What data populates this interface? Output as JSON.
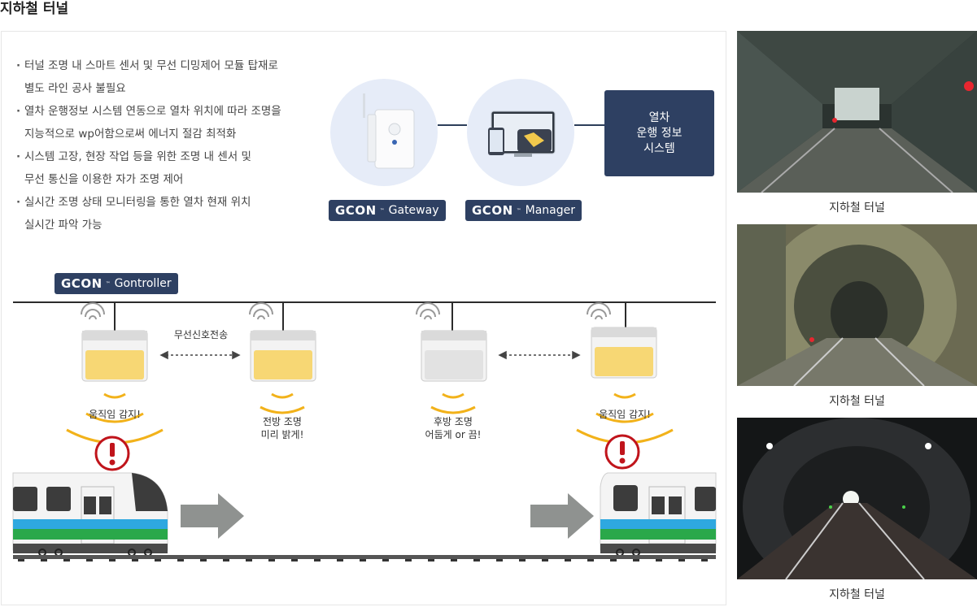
{
  "page": {
    "title": "지하철 터널"
  },
  "bullets": [
    {
      "line1": "터널 조명 내 스마트 센서 및 무선 디밍제어 모듈 탑재로",
      "line2": "별도 라인 공사 불필요"
    },
    {
      "line1": "열차 운행정보 시스템 연동으로 열차 위치에 따라 조명을",
      "line2": "지능적으로 wp어함으로써 에너지 절감 최적화"
    },
    {
      "line1": "시스템 고장, 현장 작업 등을 위한 조명 내 센서 및",
      "line2": "무선 통신을 이용한 자가 조명 제어"
    },
    {
      "line1": "실시간 조명 상태 모니터링을 통한 열차 현재 위치",
      "line2": "실시간 파악 가능"
    }
  ],
  "system_box": {
    "line1": "열차",
    "line2": "운행 정보",
    "line3": "시스템"
  },
  "badges": {
    "logo": "GCON",
    "tm": "™",
    "gateway": "Gateway",
    "manager": "Manager",
    "gontroller": "Gontroller"
  },
  "diagram": {
    "wireless_label": "무선신호전송",
    "motion1": "움직임 감지!",
    "front_line1": "전방 조명",
    "front_line2": "미리 밝게!",
    "rear_line1": "후방 조명",
    "rear_line2": "어둡게 or 끔!",
    "motion2": "움직임 감지!"
  },
  "photos": [
    {
      "caption": "지하철 터널"
    },
    {
      "caption": "지하철 터널"
    },
    {
      "caption": "지하철 터널"
    }
  ],
  "colors": {
    "navy": "#2e4062",
    "light_circle": "#e6ecf8",
    "lamp_glow": "#f7d774",
    "alert_red": "#c0141b",
    "train_blue": "#2ea8e0",
    "train_green": "#2aa84a"
  }
}
